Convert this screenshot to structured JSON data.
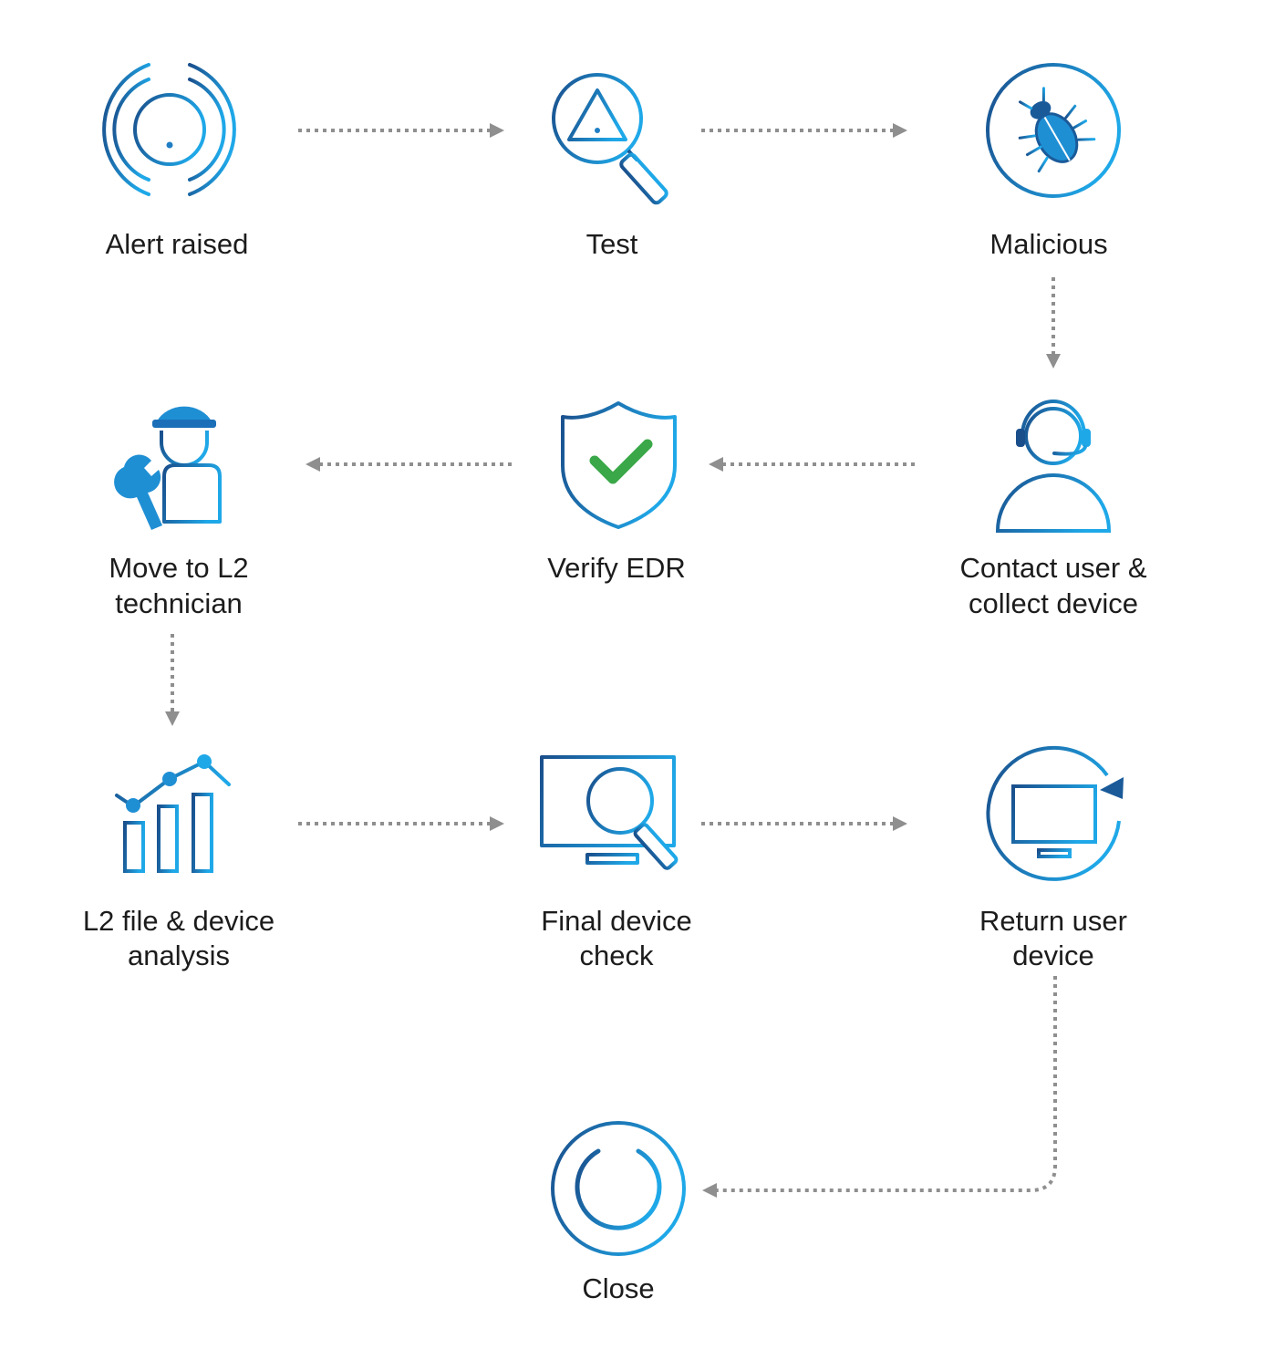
{
  "steps": {
    "alert_raised": {
      "label": "Alert raised",
      "icon": "alert-signal-icon"
    },
    "test": {
      "label": "Test",
      "icon": "magnifier-warning-icon"
    },
    "malicious": {
      "label": "Malicious",
      "icon": "bug-target-icon"
    },
    "contact_user": {
      "label_line1": "Contact user &",
      "label_line2": "collect device",
      "icon": "headset-user-icon"
    },
    "verify_edr": {
      "label": "Verify EDR",
      "icon": "shield-check-icon"
    },
    "move_to_l2": {
      "label_line1": "Move to L2",
      "label_line2": "technician",
      "icon": "technician-icon"
    },
    "l2_analysis": {
      "label_line1": "L2 file & device",
      "label_line2": "analysis",
      "icon": "bar-chart-icon"
    },
    "final_check": {
      "label_line1": "Final device",
      "label_line2": "check",
      "icon": "monitor-search-icon"
    },
    "return_device": {
      "label_line1": "Return user",
      "label_line2": "device",
      "icon": "monitor-return-icon"
    },
    "close": {
      "label": "Close",
      "icon": "power-icon"
    }
  },
  "colors": {
    "gradient_dark": "#1a4f8c",
    "gradient_light": "#1fa8e8",
    "check_green": "#3aa848",
    "connector_gray": "#8f8f8f",
    "text": "#1c1c1c"
  }
}
